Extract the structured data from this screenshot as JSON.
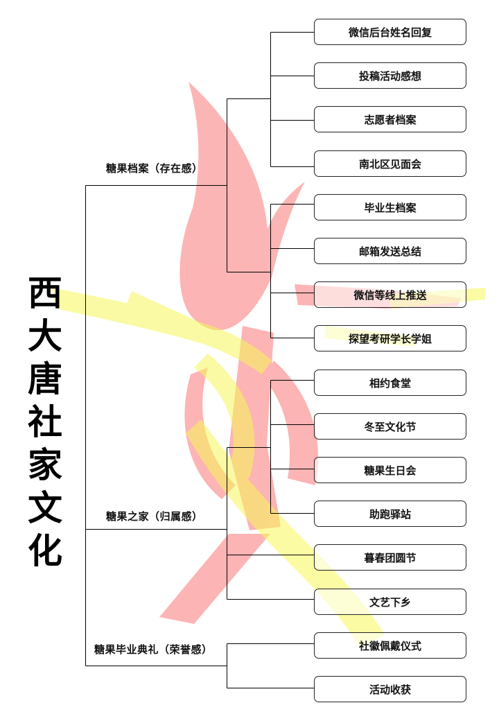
{
  "root": {
    "chars": [
      "西",
      "大",
      "唐",
      "社",
      "家",
      "文",
      "化"
    ]
  },
  "groups": [
    {
      "label": "糖果档案（存在感）",
      "subgroups": [
        [
          "微信后台姓名回复",
          "投稿活动感想",
          "志愿者档案",
          "南北区见面会"
        ],
        [
          "毕业生档案",
          "邮箱发送总结",
          "微信等线上推送",
          "探望考研学长学姐"
        ]
      ]
    },
    {
      "label": "糖果之家（归属感）",
      "subgroups": [
        [
          "相约食堂",
          "冬至文化节",
          "糖果生日会",
          "助跑驿站"
        ],
        [
          "暮春团圆节",
          "文艺下乡"
        ]
      ]
    },
    {
      "label": "糖果毕业典礼（荣誉感）",
      "subgroups": [
        [
          "社徽佩戴仪式",
          "活动收获"
        ]
      ]
    }
  ],
  "colors": {
    "flame": "#fc9a9a",
    "ribbon": "#fbfb8c",
    "line": "#000000"
  }
}
